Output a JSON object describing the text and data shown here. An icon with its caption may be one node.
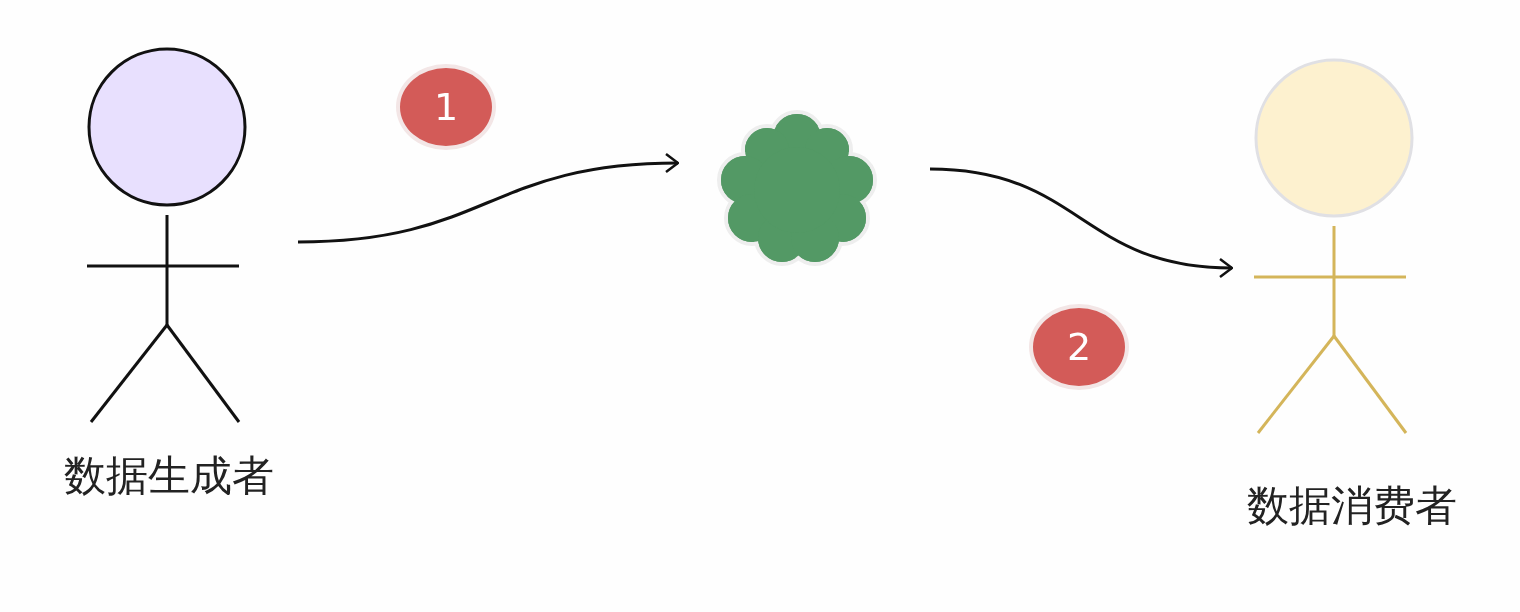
{
  "diagram": {
    "nodes": [
      {
        "text": [
          "数据生成者"
        ]
      },
      {
        "text": [
          "1"
        ]
      },
      {
        "text": [],
        "shape": "cloud"
      },
      {
        "text": [
          "数据消费者"
        ]
      },
      {
        "text": [
          "2"
        ]
      }
    ],
    "edges": [
      {
        "from": 0,
        "to": 2,
        "arrow": "to"
      },
      {
        "from": 2,
        "to": 3,
        "arrow": "to"
      }
    ]
  }
}
